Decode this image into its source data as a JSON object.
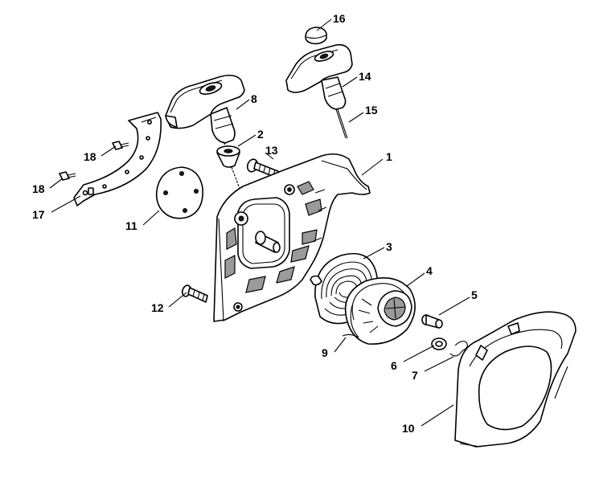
{
  "callouts": [
    {
      "id": "c1",
      "label": "1"
    },
    {
      "id": "c2",
      "label": "2"
    },
    {
      "id": "c3",
      "label": "3"
    },
    {
      "id": "c4",
      "label": "4"
    },
    {
      "id": "c5",
      "label": "5"
    },
    {
      "id": "c6",
      "label": "6"
    },
    {
      "id": "c7",
      "label": "7"
    },
    {
      "id": "c8",
      "label": "8"
    },
    {
      "id": "c9",
      "label": "9"
    },
    {
      "id": "c10",
      "label": "10"
    },
    {
      "id": "c11",
      "label": "11"
    },
    {
      "id": "c12",
      "label": "12"
    },
    {
      "id": "c13",
      "label": "13"
    },
    {
      "id": "c14",
      "label": "14"
    },
    {
      "id": "c15",
      "label": "15"
    },
    {
      "id": "c16",
      "label": "16"
    },
    {
      "id": "c17",
      "label": "17"
    },
    {
      "id": "c18a",
      "label": "18"
    },
    {
      "id": "c18b",
      "label": "18"
    }
  ]
}
